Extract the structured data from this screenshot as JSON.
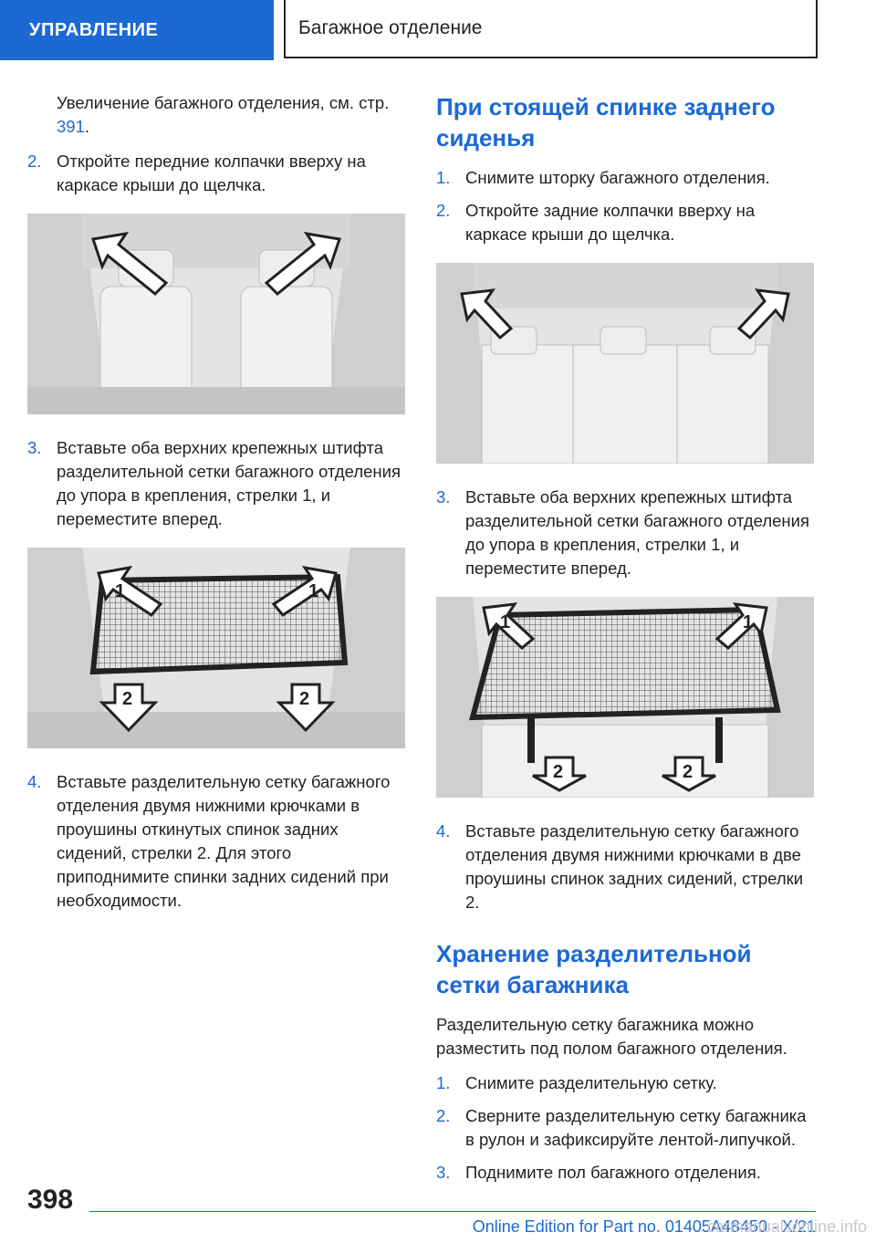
{
  "header": {
    "section": "УПРАВЛЕНИЕ",
    "chapter": "Багажное отделение"
  },
  "left": {
    "intro_text": "Увеличение багажного отделения, см. стр. ",
    "intro_link": "391",
    "intro_end": ".",
    "step2": {
      "num": "2.",
      "text": "Откройте передние колпачки вверху на каркасе крыши до щелчка."
    },
    "step3": {
      "num": "3.",
      "text": "Вставьте оба верхних крепежных штифта разделительной сетки багажного отделения до упора в крепления, стрелки 1, и переместите вперед."
    },
    "step4": {
      "num": "4.",
      "text": "Вставьте разделительную сетку багажного отделения двумя нижними крючками в проушины откинутых спинок задних сидений, стрелки 2. Для этого приподнимите спинки задних сидений при необходимости."
    },
    "fig2_labels": {
      "a": "1",
      "b": "1",
      "c": "2",
      "d": "2"
    }
  },
  "right": {
    "heading1": "При стоящей спинке заднего сиденья",
    "step1": {
      "num": "1.",
      "text": "Снимите шторку багажного отделения."
    },
    "step2": {
      "num": "2.",
      "text": "Откройте задние колпачки вверху на каркасе крыши до щелчка."
    },
    "step3": {
      "num": "3.",
      "text": "Вставьте оба верхних крепежных штифта разделительной сетки багажного отделения до упора в крепления, стрелки 1, и переместите вперед."
    },
    "step4": {
      "num": "4.",
      "text": "Вставьте разделительную сетку багажного отделения двумя нижними крючками в две проушины спинок задних сидений, стрелки 2."
    },
    "fig2_labels": {
      "a": "1",
      "b": "1",
      "c": "2",
      "d": "2"
    },
    "heading2": "Хранение разделительной сетки багажника",
    "para2": "Разделительную сетку багажника можно разместить под полом багажного отделения.",
    "s1": {
      "num": "1.",
      "text": "Снимите разделительную сетку."
    },
    "s2": {
      "num": "2.",
      "text": "Сверните разделительную сетку багажника в рулон и зафиксируйте лентой-липучкой."
    },
    "s3": {
      "num": "3.",
      "text": "Поднимите пол багажного отделения."
    }
  },
  "footer": {
    "page_number": "398",
    "edition": "Online Edition for Part no. 01405A48450 - X/21",
    "watermark": "carmanualsonline.info"
  }
}
